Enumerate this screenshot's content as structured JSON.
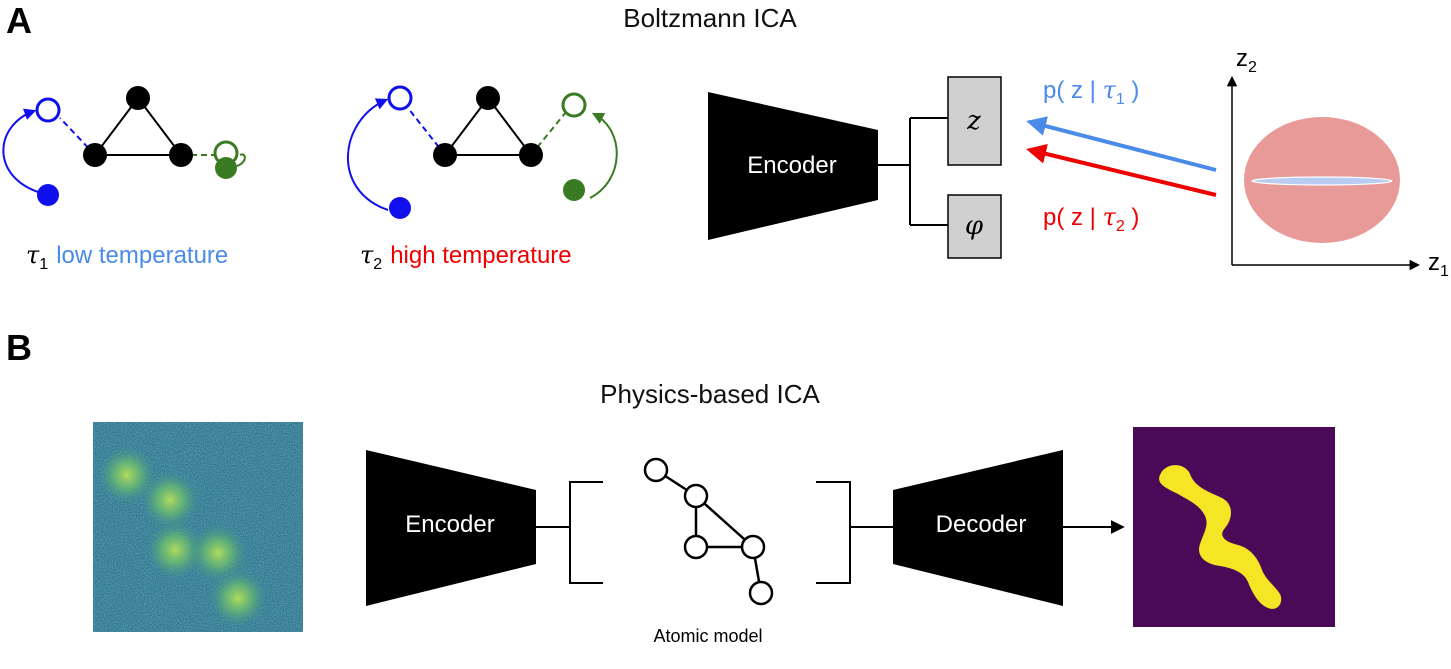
{
  "panel_a": {
    "letter": "A",
    "title": "Boltzmann ICA",
    "tau1_symbol": "τ",
    "tau1_sub": "1",
    "tau1_text": "low temperature",
    "tau2_symbol": "τ",
    "tau2_sub": "2",
    "tau2_text": "high temperature",
    "encoder_label": "Encoder",
    "z_label": "z",
    "phi_label": "φ",
    "p1_pre": "p( z | ",
    "p1_tau": "τ",
    "p1_sub": "1",
    "p1_post": " )",
    "p2_pre": "p( z | ",
    "p2_tau": "τ",
    "p2_sub": "2",
    "p2_post": " )",
    "axis_y_main": "z",
    "axis_y_sub": "2",
    "axis_x_main": "z",
    "axis_x_sub": "1"
  },
  "panel_b": {
    "letter": "B",
    "title": "Physics-based ICA",
    "encoder_label": "Encoder",
    "decoder_label": "Decoder",
    "atomic_label": "Atomic model"
  },
  "colors": {
    "blue_light": "#4a8ae8",
    "blue_dark": "#1010ee",
    "red": "#ee0000",
    "green": "#3a7a22",
    "ellipse_fill": "#e89a98",
    "box_fill": "#d0d0d0",
    "noisy_bg": "#2a6e8a",
    "decoded_bg": "#4a0a58",
    "decoded_fg": "#f5e625"
  }
}
